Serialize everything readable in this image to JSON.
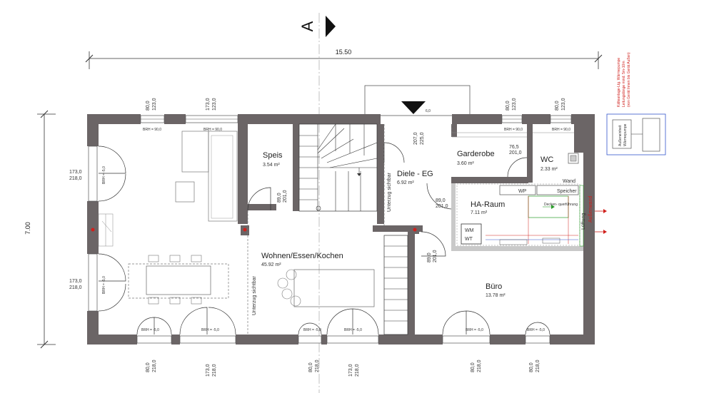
{
  "section_marker": "A",
  "dimensions": {
    "total_width": "15.50",
    "total_depth": "7.00"
  },
  "rooms": [
    {
      "key": "speis",
      "name": "Speis",
      "area": "3.54 m²"
    },
    {
      "key": "diele",
      "name": "Diele - EG",
      "area": "6.92 m²"
    },
    {
      "key": "garderobe",
      "name": "Garderobe",
      "area": "3.60 m²"
    },
    {
      "key": "wc",
      "name": "WC",
      "area": "2.33 m²"
    },
    {
      "key": "ha",
      "name": "HA-Raum",
      "area": "7.11 m²"
    },
    {
      "key": "wohnen",
      "name": "Wohnen/Essen/Kochen",
      "area": "45.92 m²"
    },
    {
      "key": "buero",
      "name": "Büro",
      "area": "13.78 m²"
    }
  ],
  "labels": {
    "unterzug_1": "Unterzug sichtbar",
    "unterzug_2": "Unterzug sichtbar",
    "wand": "Wand",
    "aussenwand": "Außenwand",
    "lueftung": "Lüftung",
    "wp": "WP",
    "speicher": "Speicher",
    "wm": "WM",
    "wt": "WT",
    "verteilung": "Decken-\nquerführung",
    "heatpump_note_1": "Kälteanlage-Ltg. Wärmepumpe",
    "heatpump_note_2": "Leitungslänge mind. 5m-10m",
    "heatpump_note_3": "(von Gerät Innen bis Gerät Außen)",
    "outdoor_unit_1": "Außeneinheit",
    "outdoor_unit_2": "Wärmepumpe"
  },
  "openings": {
    "top_windows": [
      {
        "key": "tw1",
        "lines": [
          "80,0",
          "123,0"
        ],
        "brh": "BRH = 90,0"
      },
      {
        "key": "tw2",
        "lines": [
          "173,0",
          "123,0"
        ],
        "brh": "BRH = 90,0"
      },
      {
        "key": "tw3",
        "lines": [
          "80,0",
          "123,0"
        ],
        "brh": "BRH = 90,0"
      },
      {
        "key": "tw4",
        "lines": [
          "80,0",
          "123,0"
        ],
        "brh": "BRH = 90,0"
      }
    ],
    "bottom_windows": [
      {
        "key": "bw1",
        "lines": [
          "80,0",
          "218,0"
        ],
        "brh": "BRH = -5,0"
      },
      {
        "key": "bw2",
        "lines": [
          "173,0",
          "218,0"
        ],
        "brh": "BRH = -5,0"
      },
      {
        "key": "bw3",
        "lines": [
          "80,0",
          "218,0"
        ],
        "brh": "BRH = -5,0"
      },
      {
        "key": "bw4",
        "lines": [
          "173,0",
          "218,0"
        ],
        "brh": "BRH = -5,0"
      },
      {
        "key": "bw5",
        "lines": [
          "80,0",
          "218,0"
        ],
        "brh": "BRH = -5,0"
      },
      {
        "key": "bw6",
        "lines": [
          "80,0",
          "218,0"
        ],
        "brh": "BRH = -5,0"
      }
    ],
    "left_windows": [
      {
        "key": "lw1",
        "lines": [
          "173,0",
          "218,0"
        ],
        "brh": "BRH = -5,0"
      },
      {
        "key": "lw2",
        "lines": [
          "173,0",
          "218,0"
        ],
        "brh": "BRH = -5,0"
      }
    ],
    "doors": [
      {
        "key": "d_entry",
        "lines": [
          "207,0",
          "225,0"
        ]
      },
      {
        "key": "d_speis",
        "lines": [
          "89,0",
          "201,0"
        ]
      },
      {
        "key": "d_garderobe",
        "lines": [
          "76,5",
          "201,0"
        ]
      },
      {
        "key": "d_ha",
        "lines": [
          "89,0",
          "201,0"
        ]
      },
      {
        "key": "d_buero",
        "lines": [
          "89,0",
          "201,0"
        ]
      }
    ],
    "entry_canopy_brh": "6,0"
  }
}
